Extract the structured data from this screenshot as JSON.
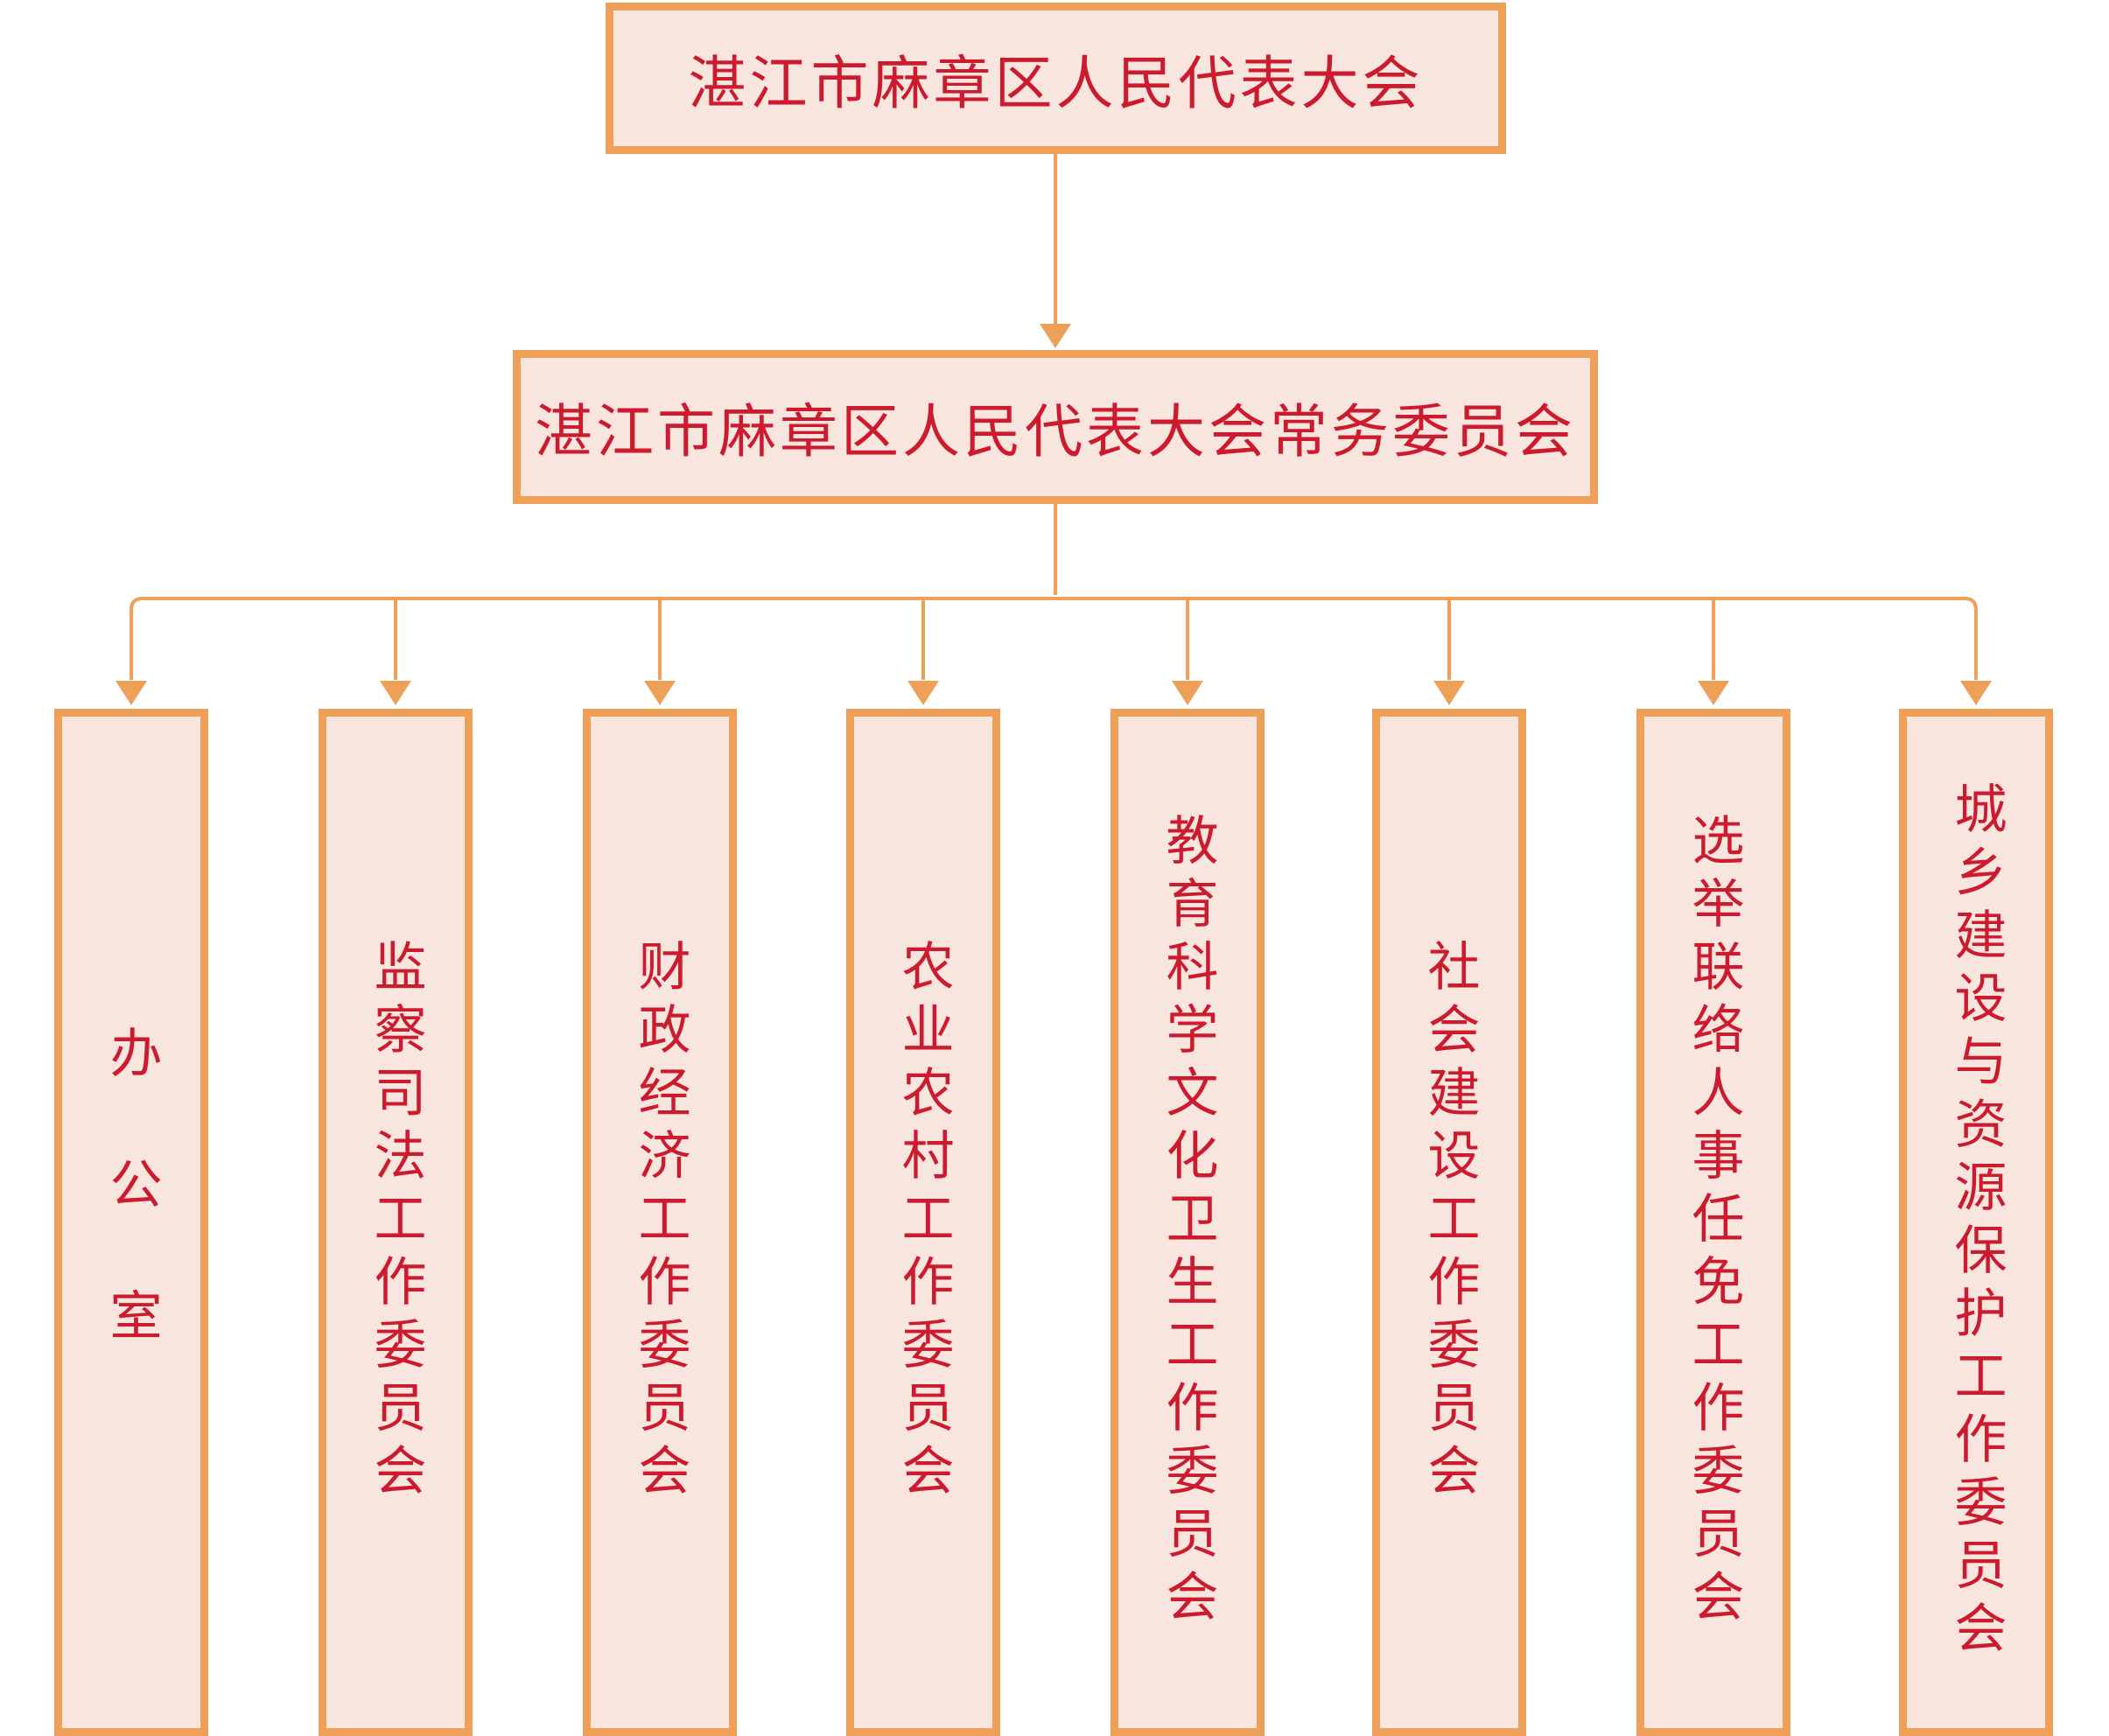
{
  "diagram": {
    "top": {
      "label": "湛江市麻章区人民代表大会"
    },
    "standing_committee": {
      "label": "湛江市麻章区人民代表大会常务委员会"
    },
    "departments": [
      {
        "label": "办公室"
      },
      {
        "label": "监察司法工作委员会"
      },
      {
        "label": "财政经济工作委员会"
      },
      {
        "label": "农业农村工作委员会"
      },
      {
        "label": "教育科学文化卫生工作委员会"
      },
      {
        "label": "社会建设工作委员会"
      },
      {
        "label": "选举联络人事任免工作委员会"
      },
      {
        "label": "城乡建设与资源保护工作委员会"
      }
    ],
    "colors": {
      "box_fill": "#f8e6de",
      "box_border": "#eea058",
      "text": "#cc1a2e",
      "connector": "#eea058"
    }
  }
}
